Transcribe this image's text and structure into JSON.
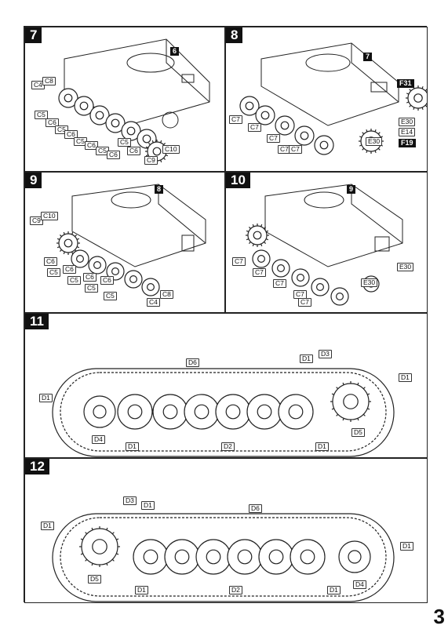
{
  "page": {
    "number": "3"
  },
  "steps": [
    {
      "num": "7",
      "hull_part": "6",
      "labels": [
        "C4",
        "C8",
        "C5",
        "C6",
        "C5",
        "C6",
        "C5",
        "C6",
        "C5",
        "C6",
        "C5",
        "C6",
        "C10",
        "C9"
      ]
    },
    {
      "num": "8",
      "hull_part": "7",
      "black_labels": [
        "F31",
        "F19"
      ],
      "labels": [
        "C7",
        "C7",
        "C7",
        "C7",
        "C7",
        "E30",
        "E14",
        "E30"
      ]
    },
    {
      "num": "9",
      "hull_part": "8",
      "labels": [
        "C9",
        "C10",
        "C6",
        "C5",
        "C6",
        "C5",
        "C6",
        "C5",
        "C6",
        "C5",
        "C4",
        "C8"
      ]
    },
    {
      "num": "10",
      "hull_part": "9",
      "labels": [
        "C7",
        "C7",
        "C7",
        "C7",
        "C7",
        "E30",
        "E30"
      ]
    },
    {
      "num": "11",
      "labels": [
        "D6",
        "D1",
        "D3",
        "D1",
        "D1",
        "D4",
        "D1",
        "D2",
        "D1",
        "D5"
      ]
    },
    {
      "num": "12",
      "labels": [
        "D3",
        "D1",
        "D6",
        "D1",
        "D1",
        "D5",
        "D1",
        "D2",
        "D1",
        "D4"
      ]
    }
  ]
}
